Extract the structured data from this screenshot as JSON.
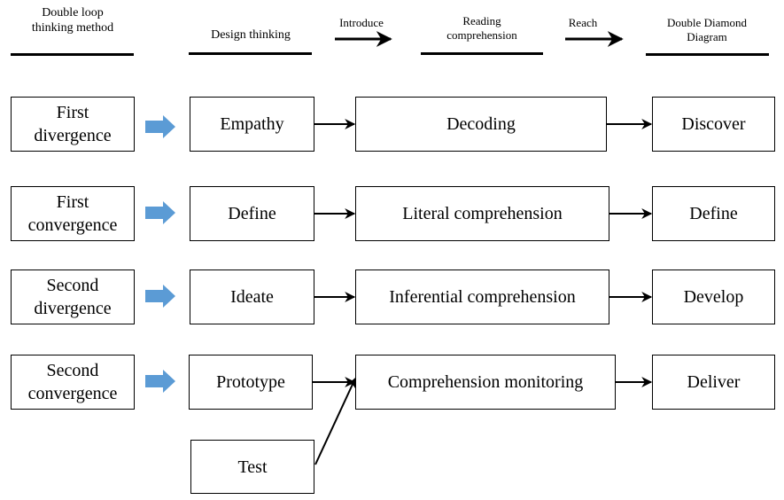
{
  "headers": {
    "col1": "Double loop\nthinking method",
    "col2": "Design thinking",
    "link1": "Introduce",
    "col3": "Reading\ncomprehension",
    "link2": "Reach",
    "col4": "Double Diamond\nDiagram"
  },
  "rows": [
    {
      "stage": "First\ndivergence",
      "design": "Empathy",
      "reading": "Decoding",
      "diamond": "Discover"
    },
    {
      "stage": "First\nconvergence",
      "design": "Define",
      "reading": "Literal comprehension",
      "diamond": "Define"
    },
    {
      "stage": "Second\ndivergence",
      "design": "Ideate",
      "reading": "Inferential comprehension",
      "diamond": "Develop"
    },
    {
      "stage": "Second\nconvergence",
      "design": "Prototype",
      "reading": "Comprehension monitoring",
      "diamond": "Deliver"
    }
  ],
  "extra": {
    "design": "Test"
  },
  "colors": {
    "arrow_fill": "#5B9BD5",
    "line": "#000000"
  }
}
